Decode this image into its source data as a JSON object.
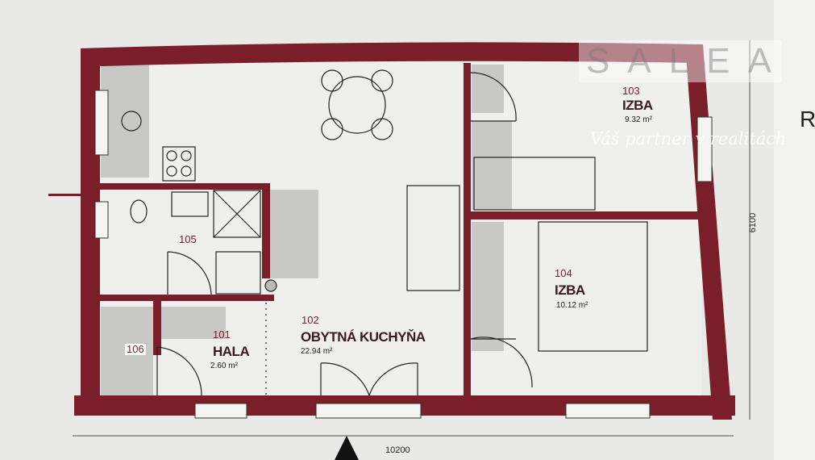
{
  "plan": {
    "rooms": [
      {
        "number": "101",
        "name": "HALA",
        "area": "2.60 m²"
      },
      {
        "number": "102",
        "name": "OBYTNÁ KUCHYŇA",
        "area": "22.94 m²"
      },
      {
        "number": "103",
        "name": "IZBA",
        "area": "9.32 m²"
      },
      {
        "number": "104",
        "name": "IZBA",
        "area": "10.12 m²"
      },
      {
        "number": "105"
      },
      {
        "number": "106"
      }
    ],
    "dimensions": {
      "width": "10200",
      "depth": "6100"
    },
    "side_label": "R",
    "wall_color": "#7a1e2a"
  },
  "watermark": {
    "letters": [
      "S",
      "A",
      "L",
      "E",
      "A"
    ],
    "tagline": "Váš partner v realitách"
  }
}
